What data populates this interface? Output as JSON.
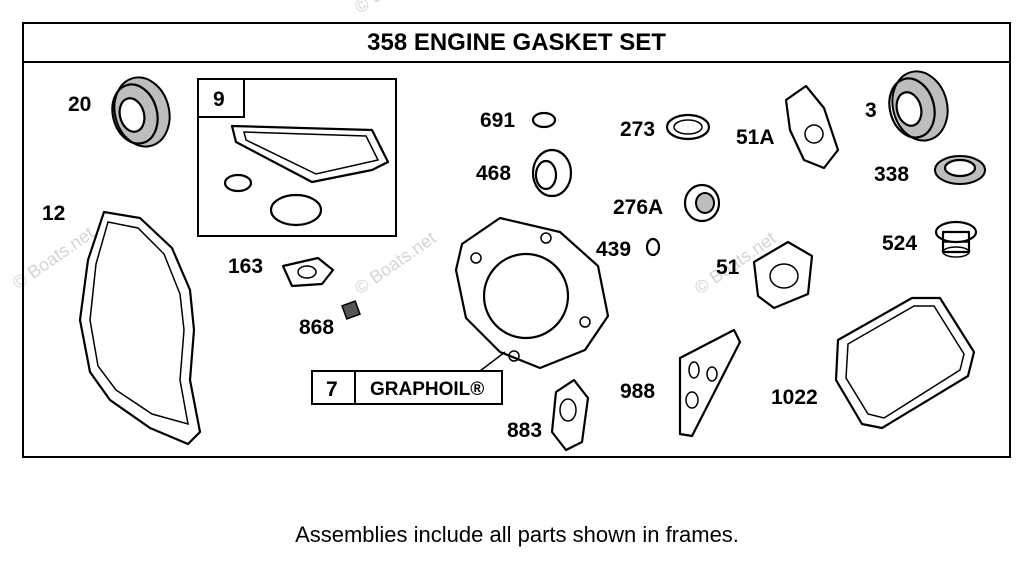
{
  "title": "358 ENGINE GASKET SET",
  "caption": "Assemblies include all parts shown in frames.",
  "watermark": "© Boats.net",
  "callouts": {
    "p20": "20",
    "p9": "9",
    "p12": "12",
    "p163": "163",
    "p868": "868",
    "p7": "7",
    "graphoil": "GRAPHOIL®",
    "p691": "691",
    "p468": "468",
    "p273": "273",
    "p51a": "51A",
    "p3": "3",
    "p338": "338",
    "p276a": "276A",
    "p439": "439",
    "p51": "51",
    "p524": "524",
    "p883": "883",
    "p988": "988",
    "p1022": "1022"
  }
}
